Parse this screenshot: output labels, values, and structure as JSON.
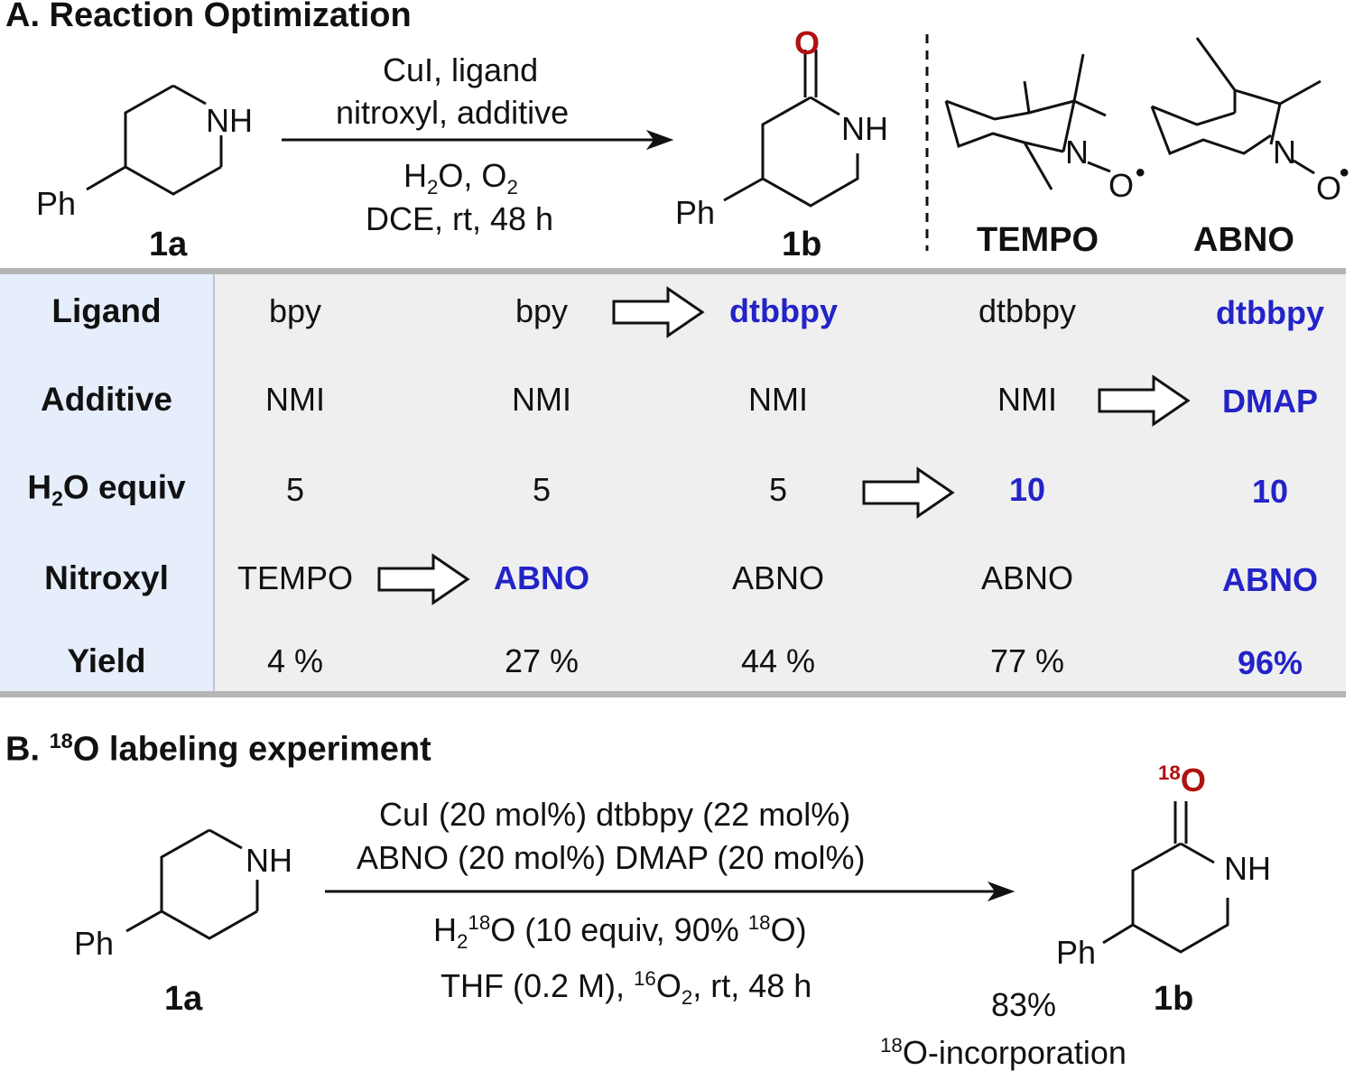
{
  "section_a": {
    "title": "A. Reaction Optimization",
    "substrate_label": "1a",
    "substrate_nh": "NH",
    "substrate_ph": "Ph",
    "conditions_top_1": "CuI, ligand",
    "conditions_top_2": "nitroxyl, additive",
    "conditions_bottom_1_a": "H",
    "conditions_bottom_1_sub1": "2",
    "conditions_bottom_1_b": "O, O",
    "conditions_bottom_1_sub2": "2",
    "conditions_bottom_2": "DCE, rt, 48 h",
    "product_label": "1b",
    "product_o": "O",
    "product_nh": "NH",
    "product_ph": "Ph",
    "tempo_label": "TEMPO",
    "abno_label": "ABNO",
    "nitroxyl_n": "N",
    "nitroxyl_o": "O",
    "nitroxyl_dot": "•"
  },
  "table": {
    "row_headers": {
      "ligand": "Ligand",
      "additive": "Additive",
      "h2o_a": "H",
      "h2o_sub": "2",
      "h2o_b": "O equiv",
      "nitroxyl": "Nitroxyl",
      "yield": "Yield"
    },
    "columns": [
      {
        "ligand": "bpy",
        "additive": "NMI",
        "h2o": "5",
        "nitroxyl": "TEMPO",
        "yield": "4 %"
      },
      {
        "ligand": "bpy",
        "additive": "NMI",
        "h2o": "5",
        "nitroxyl": "ABNO",
        "yield": "27 %"
      },
      {
        "ligand": "dtbbpy",
        "additive": "NMI",
        "h2o": "5",
        "nitroxyl": "ABNO",
        "yield": "44 %"
      },
      {
        "ligand": "dtbbpy",
        "additive": "NMI",
        "h2o": "10",
        "nitroxyl": "ABNO",
        "yield": "77 %"
      },
      {
        "ligand": "dtbbpy",
        "additive": "DMAP",
        "h2o": "10",
        "nitroxyl": "ABNO",
        "yield": "96%"
      }
    ],
    "highlight_color": "#2323c8",
    "header_col_color": "#e6eefb",
    "body_color": "#efefef"
  },
  "section_b": {
    "title_a": "B. ",
    "title_sup": "18",
    "title_b": "O labeling experiment",
    "substrate_label": "1a",
    "substrate_nh": "NH",
    "substrate_ph": "Ph",
    "conditions_1": "CuI (20 mol%) dtbbpy (22 mol%)",
    "conditions_2": "ABNO (20 mol%) DMAP (20 mol%)",
    "conditions_3_h": "H",
    "conditions_3_sub": "2",
    "conditions_3_sup": "18",
    "conditions_3_mid": "O (10 equiv, 90% ",
    "conditions_3_sup2": "18",
    "conditions_3_end": "O)",
    "conditions_4_a": "THF (0.2 M), ",
    "conditions_4_sup": "16",
    "conditions_4_b": "O",
    "conditions_4_sub": "2",
    "conditions_4_c": ", rt, 48 h",
    "product_label": "1b",
    "product_sup": "18",
    "product_o": "O",
    "product_nh": "NH",
    "product_ph": "Ph",
    "incorporation_value": "83%",
    "incorporation_sup": "18",
    "incorporation_text": "O-incorporation"
  },
  "colors": {
    "oxygen_red": "#b01010",
    "highlight_blue": "#2323c8"
  }
}
